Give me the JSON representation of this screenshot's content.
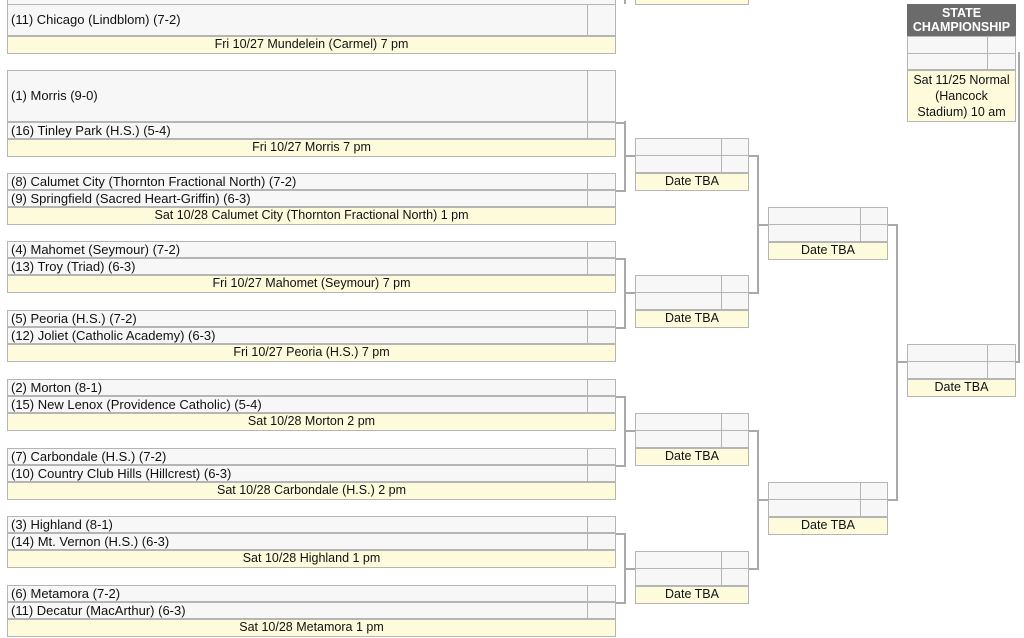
{
  "top_partial": {
    "team_bottom": "(11) Chicago (Lindblom) (7-2)",
    "game": "Fri 10/27 Mundelein (Carmel) 7 pm"
  },
  "round1": [
    {
      "team1": "(1) Morris (9-0)",
      "team2": "(16) Tinley Park (H.S.) (5-4)",
      "game": "Fri 10/27 Morris 7 pm"
    },
    {
      "team1": "(8) Calumet City (Thornton Fractional North) (7-2)",
      "team2": "(9) Springfield (Sacred Heart-Griffin) (6-3)",
      "game": "Sat 10/28 Calumet City (Thornton Fractional North) 1 pm"
    },
    {
      "team1": "(4) Mahomet (Seymour) (7-2)",
      "team2": "(13) Troy (Triad) (6-3)",
      "game": "Fri 10/27 Mahomet (Seymour) 7 pm"
    },
    {
      "team1": "(5) Peoria (H.S.) (7-2)",
      "team2": "(12) Joliet (Catholic Academy) (6-3)",
      "game": "Fri 10/27 Peoria (H.S.) 7 pm"
    },
    {
      "team1": "(2) Morton (8-1)",
      "team2": "(15) New Lenox (Providence Catholic) (5-4)",
      "game": "Sat 10/28 Morton 2 pm"
    },
    {
      "team1": "(7) Carbondale (H.S.) (7-2)",
      "team2": "(10) Country Club Hills (Hillcrest) (6-3)",
      "game": "Sat 10/28 Carbondale (H.S.) 2 pm"
    },
    {
      "team1": "(3) Highland (8-1)",
      "team2": "(14) Mt. Vernon (H.S.) (6-3)",
      "game": "Sat 10/28 Highland 1 pm"
    },
    {
      "team1": "(6) Metamora (7-2)",
      "team2": "(11) Decatur (MacArthur) (6-3)",
      "game": "Sat 10/28 Metamora 1 pm"
    }
  ],
  "round2": [
    {
      "game": "Date TBA"
    },
    {
      "game": "Date TBA"
    },
    {
      "game": "Date TBA"
    },
    {
      "game": "Date TBA"
    }
  ],
  "round3": [
    {
      "game": "Date TBA"
    },
    {
      "game": "Date TBA"
    }
  ],
  "round4": [
    {
      "game": "Date TBA"
    }
  ],
  "championship": {
    "header": "STATE CHAMPIONSHIP",
    "info": "Sat 11/25 Normal (Hancock Stadium) 10 am"
  }
}
